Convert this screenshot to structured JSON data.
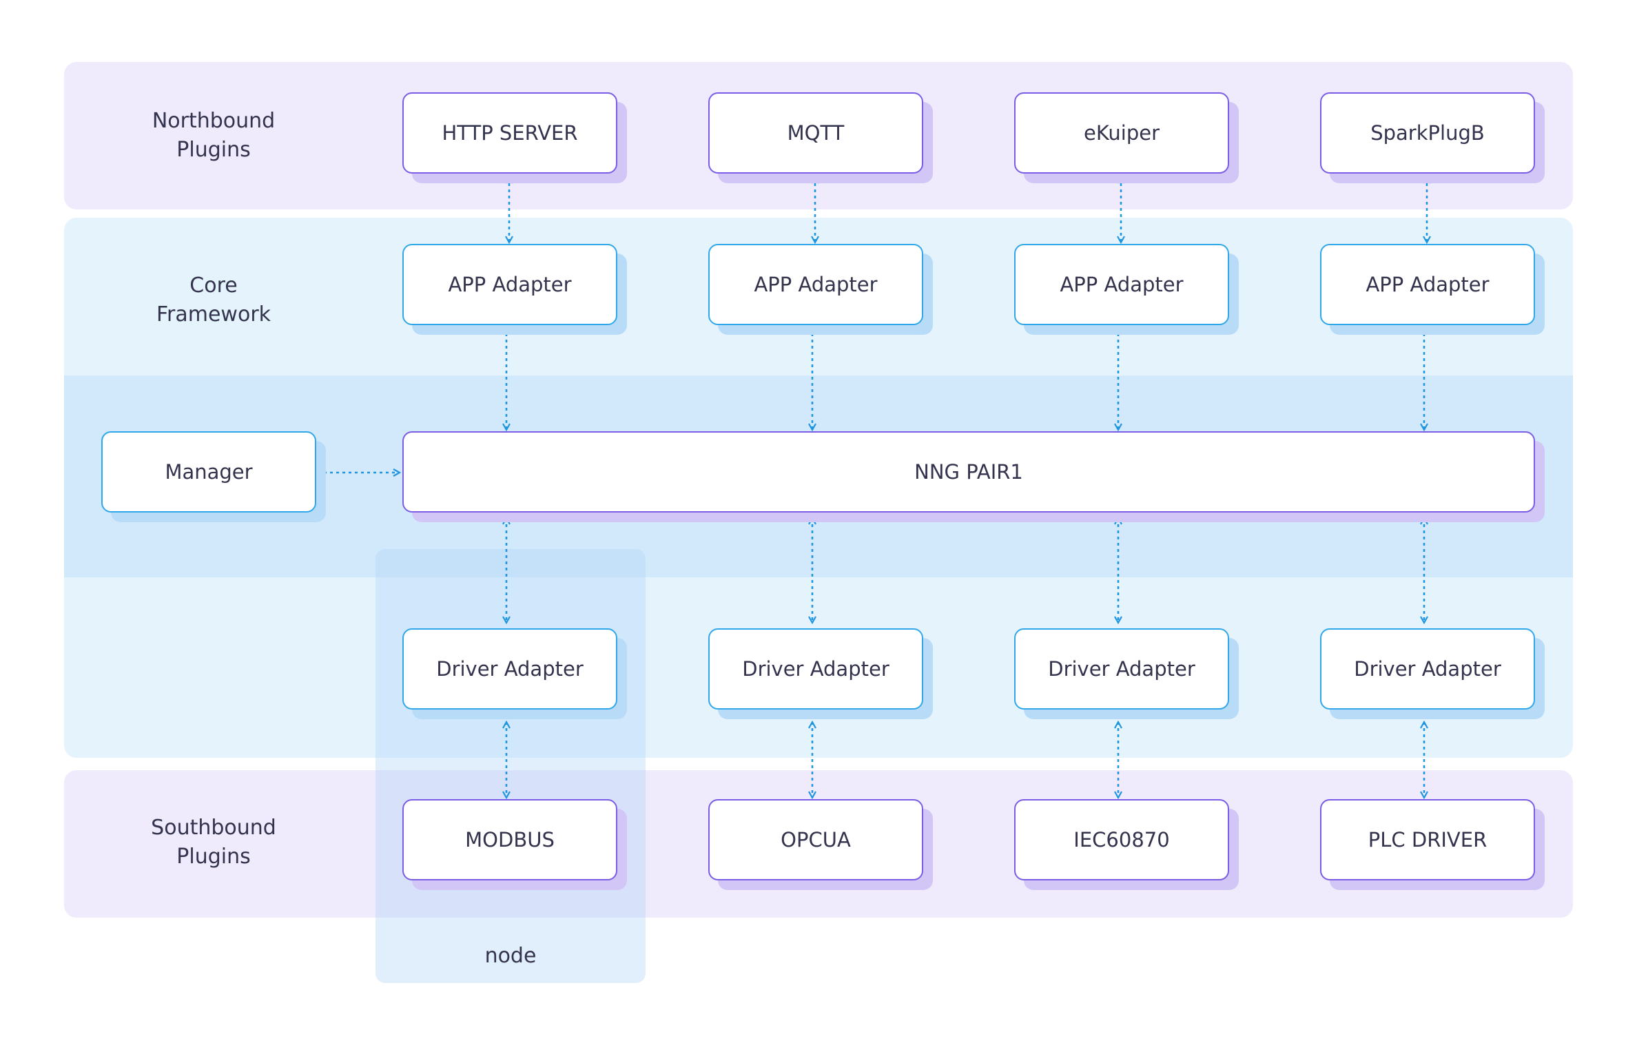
{
  "layers": {
    "northbound": [
      "Northbound",
      "Plugins"
    ],
    "core": [
      "Core",
      "Framework"
    ],
    "southbound": [
      "Southbound",
      "Plugins"
    ]
  },
  "northbound_plugins": [
    "HTTP SERVER",
    "MQTT",
    "eKuiper",
    "SparkPlugB"
  ],
  "app_adapters": [
    "APP Adapter",
    "APP Adapter",
    "APP Adapter",
    "APP Adapter"
  ],
  "manager": "Manager",
  "bus": "NNG PAIR1",
  "driver_adapters": [
    "Driver Adapter",
    "Driver Adapter",
    "Driver Adapter",
    "Driver Adapter"
  ],
  "southbound_plugins": [
    "MODBUS",
    "OPCUA",
    "IEC60870",
    "PLC DRIVER"
  ],
  "node_label": "node",
  "colors": {
    "plugin_band": "#efeafc",
    "core_band": "#e5f3fd",
    "bus_band": "#d1e9fb",
    "plugin_border": "#7a5ce6",
    "adapter_border": "#2fa7ea",
    "connector": "#1e95e0"
  }
}
